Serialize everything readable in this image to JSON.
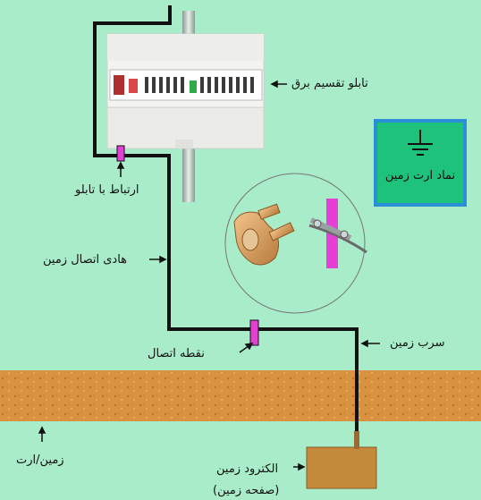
{
  "labels": {
    "panel": "تابلو تقسیم برق",
    "panel_connection": "ارتباط با تابلو",
    "ground_conductor": "هادی اتصال زمین",
    "junction": "نقطه اتصال",
    "ground_lead": "سرب زمین",
    "soil": "زمین/ارت",
    "electrode_line1": "الکترود زمین",
    "electrode_line2": "(صفحه زمین)"
  },
  "legend": {
    "text": "نماد ارت زمین",
    "icon": "ground-symbol-icon"
  },
  "colors": {
    "background": "#a8ecca",
    "wire": "#111111",
    "connector": "#e63fd6",
    "soil": "#d9923f",
    "electrode": "#c48a3c",
    "legend_fill": "#1fc27a",
    "legend_border": "#2a8fd6"
  }
}
